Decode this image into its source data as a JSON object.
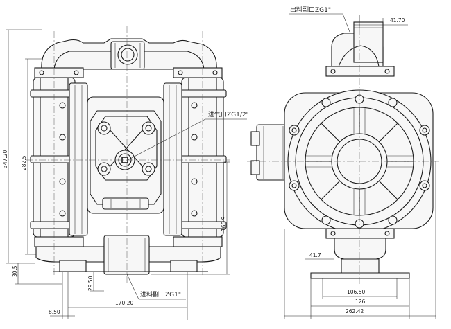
{
  "labels": {
    "outlet": "出料副口ZG1\"",
    "inlet": "进料副口ZG1\"",
    "air_inlet": "进气口ZG1/2\""
  },
  "dimensions": {
    "d_347_20": "347.20",
    "d_282_5": "282.5",
    "d_166_9": "166.9",
    "d_30_5": "30.5",
    "d_29_50": "29.50",
    "d_8_50": "8.50",
    "d_170_20": "170.20",
    "d_41_70": "41.70",
    "d_41_7": "41.7",
    "d_106_50": "106.50",
    "d_126": "126",
    "d_262_42": "262.42"
  },
  "views": {
    "front": "front-elevation",
    "side": "side-elevation"
  }
}
